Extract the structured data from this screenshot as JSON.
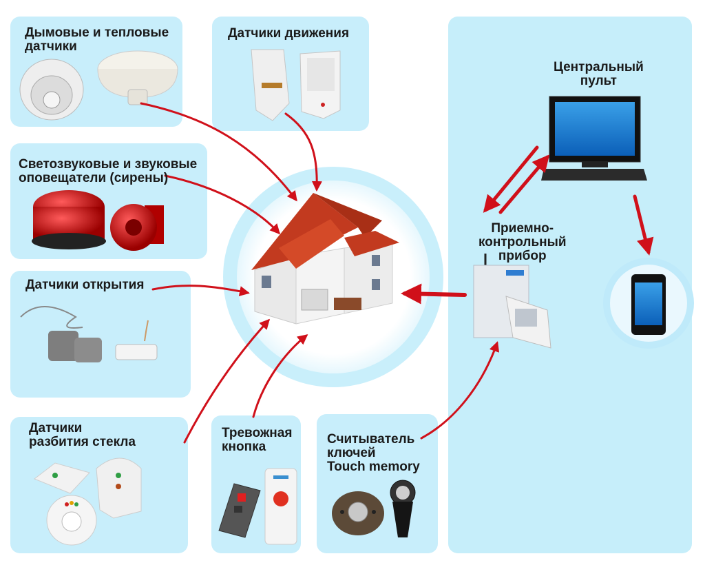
{
  "smoke_heat": {
    "label": "Дымовые и тепловые\nдатчики"
  },
  "motion": {
    "label": "Датчики движения"
  },
  "sirens": {
    "label": "Светозвуковые и звуковые\nоповещатели (сирены)"
  },
  "opening": {
    "label": "Датчики  открытия"
  },
  "glass_break": {
    "label": "Датчики\nразбития стекла"
  },
  "panic_button": {
    "label": "Тревожная\nкнопка"
  },
  "key_reader": {
    "label": "Считыватель\nключей\nTouch memory"
  },
  "central_console": {
    "label": "Центральный\nпульт"
  },
  "control_panel": {
    "label": "Приемно-\nконтрольный\nприбор"
  },
  "colors": {
    "panel": "#c8eefb",
    "arrow": "#d0101a",
    "roof": "#c23a1f"
  }
}
